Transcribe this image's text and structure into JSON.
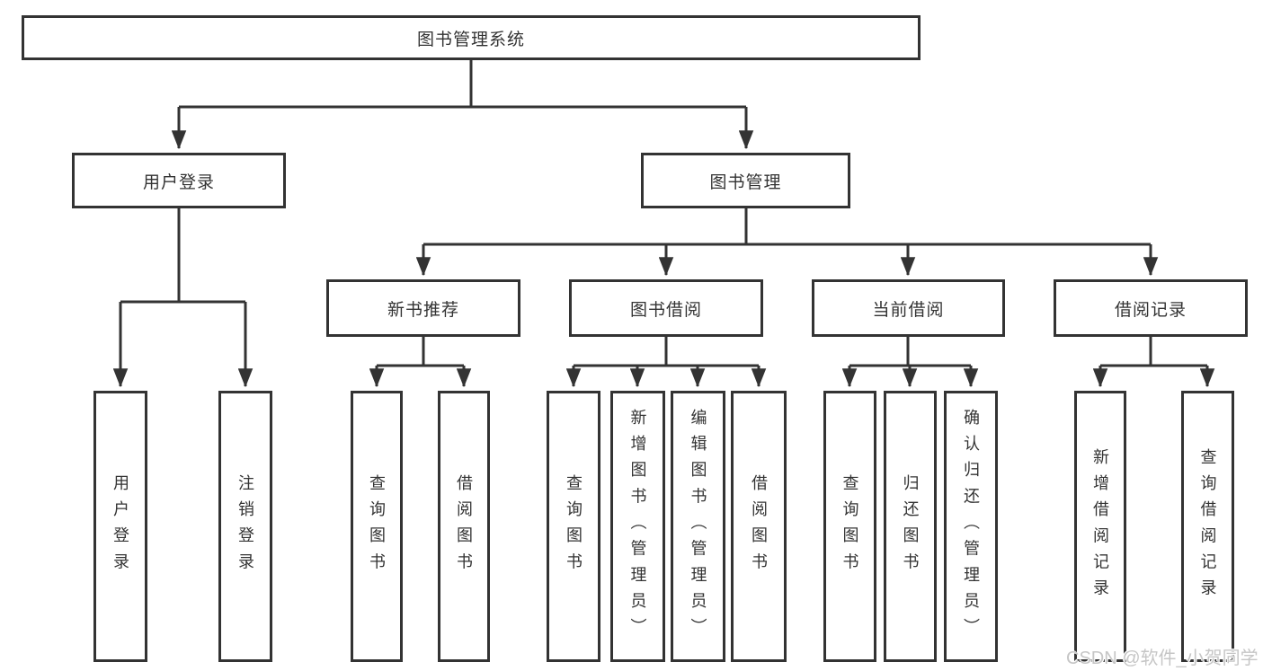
{
  "diagram": {
    "root": {
      "label": "图书管理系统"
    },
    "branches": [
      {
        "label": "用户登录",
        "children": [
          {
            "label": "用户登录"
          },
          {
            "label": "注销登录"
          }
        ]
      },
      {
        "label": "图书管理",
        "children": [
          {
            "label": "新书推荐",
            "children": [
              {
                "label": "查询图书"
              },
              {
                "label": "借阅图书"
              }
            ]
          },
          {
            "label": "图书借阅",
            "children": [
              {
                "label": "查询图书"
              },
              {
                "label": "新增图书（管理员）"
              },
              {
                "label": "编辑图书（管理员）"
              },
              {
                "label": "借阅图书"
              }
            ]
          },
          {
            "label": "当前借阅",
            "children": [
              {
                "label": "查询图书"
              },
              {
                "label": "归还图书"
              },
              {
                "label": "确认归还（管理员）"
              }
            ]
          },
          {
            "label": "借阅记录",
            "children": [
              {
                "label": "新增借阅记录"
              },
              {
                "label": "查询借阅记录"
              }
            ]
          }
        ]
      }
    ]
  },
  "watermark": {
    "text": "CSDN @软件_小贺同学"
  },
  "colors": {
    "line": "#333333",
    "node_border": "#333333",
    "text": "#333333",
    "watermark": "#c6c6c6",
    "background": "#ffffff"
  }
}
